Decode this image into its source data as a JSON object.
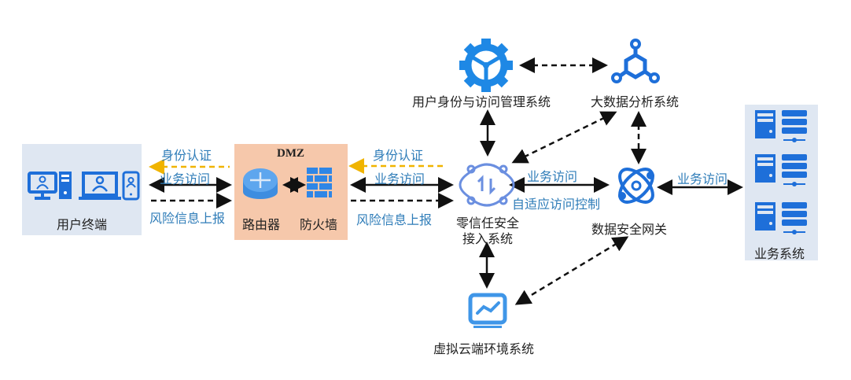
{
  "nodes": {
    "user_terminal": {
      "label": "用户终端"
    },
    "dmz": {
      "title": "DMZ",
      "router": "路由器",
      "firewall": "防火墙"
    },
    "iam": {
      "label": "用户身份与访问管理系统"
    },
    "bigdata": {
      "label": "大数据分析系统"
    },
    "zta": {
      "label_line1": "零信任安全",
      "label_line2": "接入系统"
    },
    "gateway": {
      "label": "数据安全网关"
    },
    "business": {
      "label": "业务系统"
    },
    "cloud": {
      "label": "虚拟云端环境系统"
    }
  },
  "edges": {
    "left": {
      "auth": "身份认证",
      "access": "业务访问",
      "risk": "风险信息上报"
    },
    "mid": {
      "auth": "身份认证",
      "access": "业务访问",
      "risk": "风险信息上报"
    },
    "zta_gateway": {
      "access": "业务访问",
      "control": "自适应访问控制"
    },
    "gateway_business": {
      "access": "业务访问"
    }
  },
  "colors": {
    "icon_blue": "#1e6fd9",
    "auth_line": "#f0b400",
    "label_blue": "#2e7cb8",
    "user_box": "#dde6f2",
    "dmz_box": "#f6c7aa",
    "biz_box": "#dde6f2"
  }
}
